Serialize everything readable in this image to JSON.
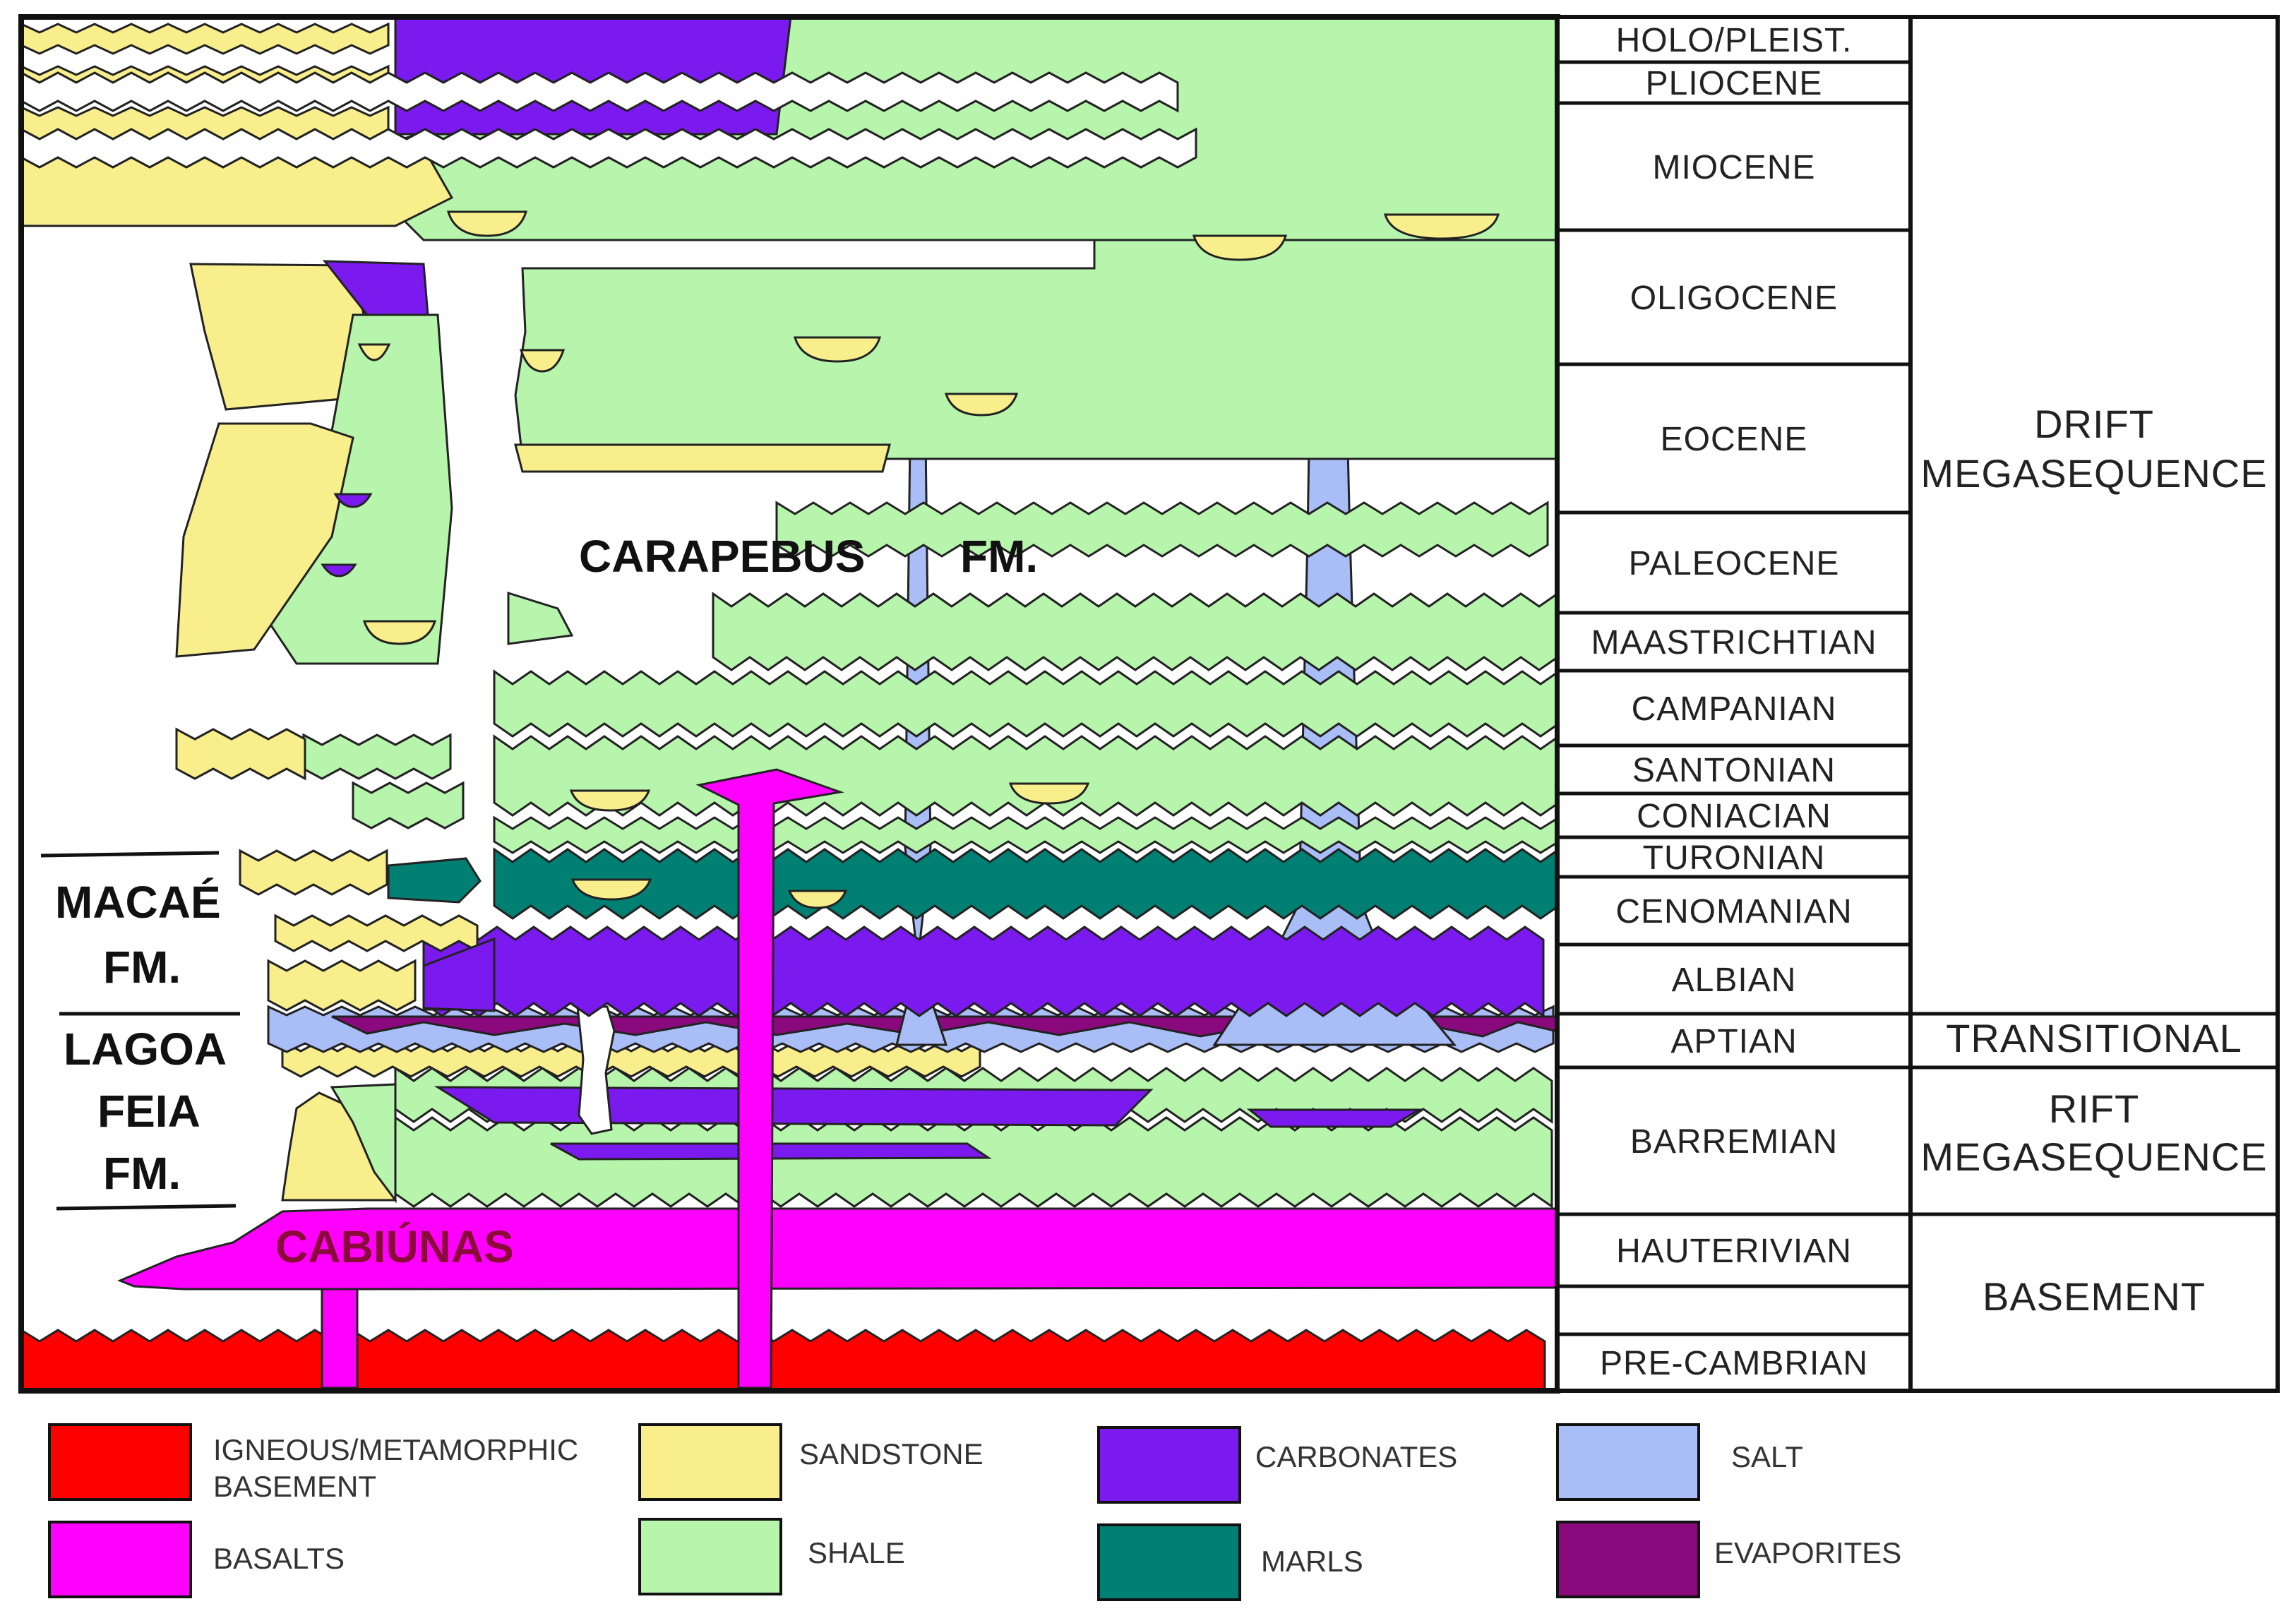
{
  "diagram": {
    "stages": [
      "HOLO/PLEIST.",
      "PLIOCENE",
      "MIOCENE",
      "OLIGOCENE",
      "EOCENE",
      "PALEOCENE",
      "MAASTRICHTIAN",
      "CAMPANIAN",
      "SANTONIAN",
      "CONIACIAN",
      "TURONIAN",
      "CENOMANIAN",
      "ALBIAN",
      "APTIAN",
      "BARREMIAN",
      "HAUTERIVIAN",
      "",
      "PRE-CAMBRIAN"
    ],
    "megasequences": [
      {
        "line1": "DRIFT",
        "line2": "MEGASEQUENCE"
      },
      {
        "line1": "TRANSITIONAL",
        "line2": ""
      },
      {
        "line1": "RIFT",
        "line2": "MEGASEQUENCE"
      },
      {
        "line1": "BASEMENT",
        "line2": ""
      }
    ],
    "formations": {
      "carapebus_1": "CARAPEBUS",
      "carapebus_2": "FM.",
      "macae_1": "MACAÉ",
      "macae_2": "FM.",
      "lagoa_1": "LAGOA",
      "lagoa_2": "FEIA",
      "lagoa_3": "FM.",
      "cabiunas": "CABIÚNAS"
    },
    "lithology_colors": {
      "igneous": "#ff0000",
      "basalt": "#ff00ff",
      "sandstone": "#f9ee8c",
      "shale": "#b7f5ad",
      "carbonates": "#7a1aee",
      "marls": "#008073",
      "salt": "#a9bdf7",
      "evaporites": "#8a0a7e"
    }
  },
  "legend": [
    {
      "line1": "IGNEOUS/METAMORPHIC",
      "line2": "BASEMENT",
      "color": "#ff0000"
    },
    {
      "line1": "SANDSTONE",
      "line2": "",
      "color": "#f9ee8c"
    },
    {
      "line1": "CARBONATES",
      "line2": "",
      "color": "#7a1aee"
    },
    {
      "line1": "SALT",
      "line2": "",
      "color": "#a9bdf7"
    },
    {
      "line1": "BASALTS",
      "line2": "",
      "color": "#ff00ff"
    },
    {
      "line1": "SHALE",
      "line2": "",
      "color": "#b7f5ad"
    },
    {
      "line1": "MARLS",
      "line2": "",
      "color": "#008073"
    },
    {
      "line1": "EVAPORITES",
      "line2": "",
      "color": "#8a0a7e"
    }
  ]
}
